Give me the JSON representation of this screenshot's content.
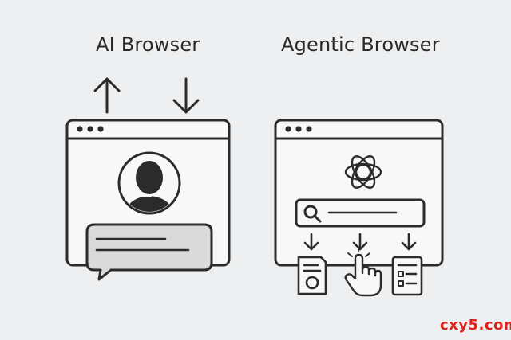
{
  "panels": {
    "ai_browser": {
      "title": "AI Browser"
    },
    "agentic_browser": {
      "title": "Agentic Browser"
    }
  },
  "watermark": "cxy5.com",
  "colors": {
    "background": "#eeeff0",
    "stroke": "#2b2b2b",
    "panel_fill": "#f8f8f8",
    "bubble_fill": "#dadada",
    "avatar_fill": "#2b2b2b",
    "watermark": "#e0241b"
  },
  "icons": {
    "upload_arrow": "arrow-up-icon",
    "download_arrow": "arrow-down-icon",
    "assistant": "headset-avatar-icon",
    "chat": "chat-bubble-icon",
    "openai_logo": "openai-logo-icon",
    "search": "search-icon",
    "document": "document-icon",
    "click": "pointer-hand-icon",
    "form": "form-icon"
  }
}
